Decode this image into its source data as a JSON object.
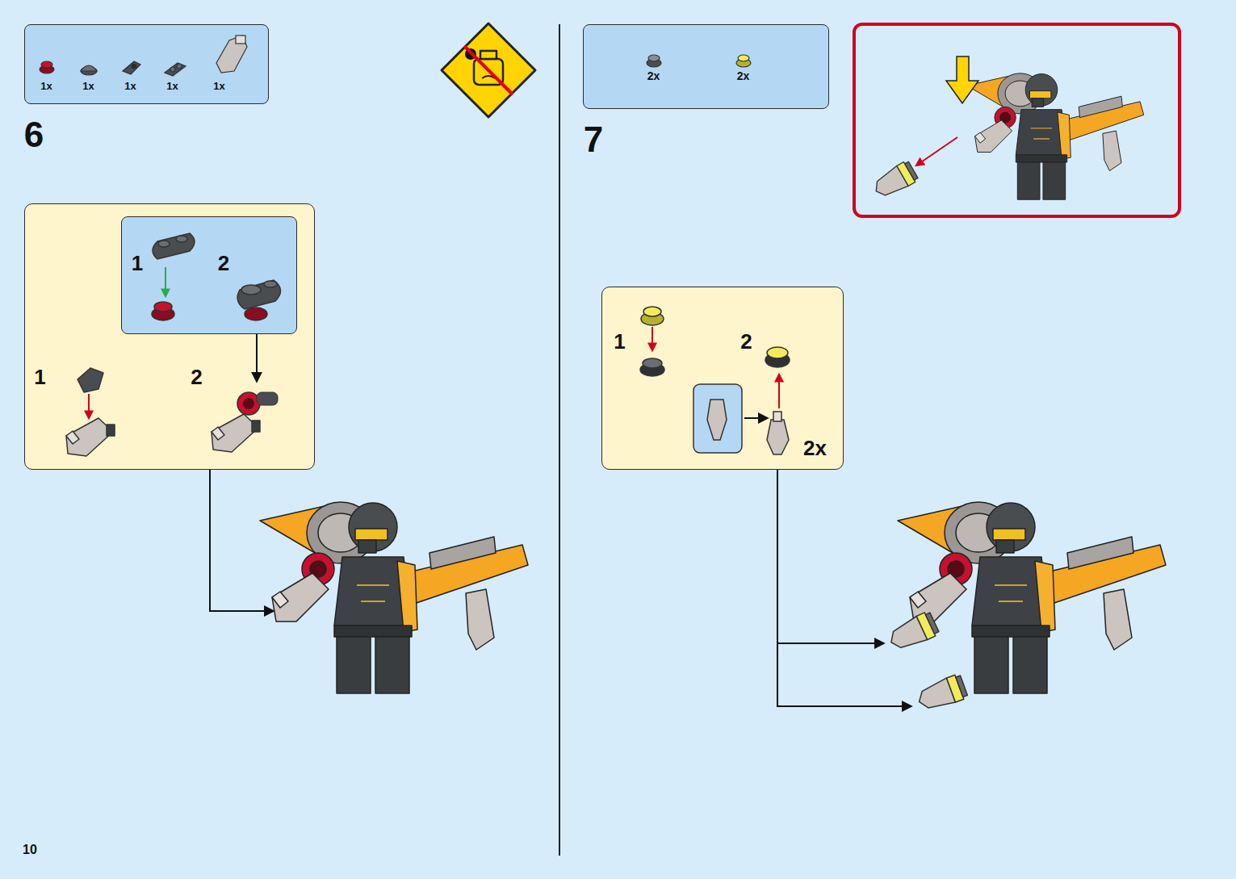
{
  "diagram": {
    "nodes": [
      {
        "text": [
          "1x",
          "1x",
          "1x",
          "1x",
          "1x"
        ]
      },
      {
        "text": [
          "1",
          "2"
        ]
      },
      {
        "text": [
          "1",
          "2"
        ],
        "in": 1
      },
      {
        "text": [
          "2x",
          "2x"
        ]
      },
      {
        "text": [
          "1",
          "2",
          "2x"
        ]
      }
    ],
    "labels": [
      "6",
      "7",
      "10"
    ]
  }
}
